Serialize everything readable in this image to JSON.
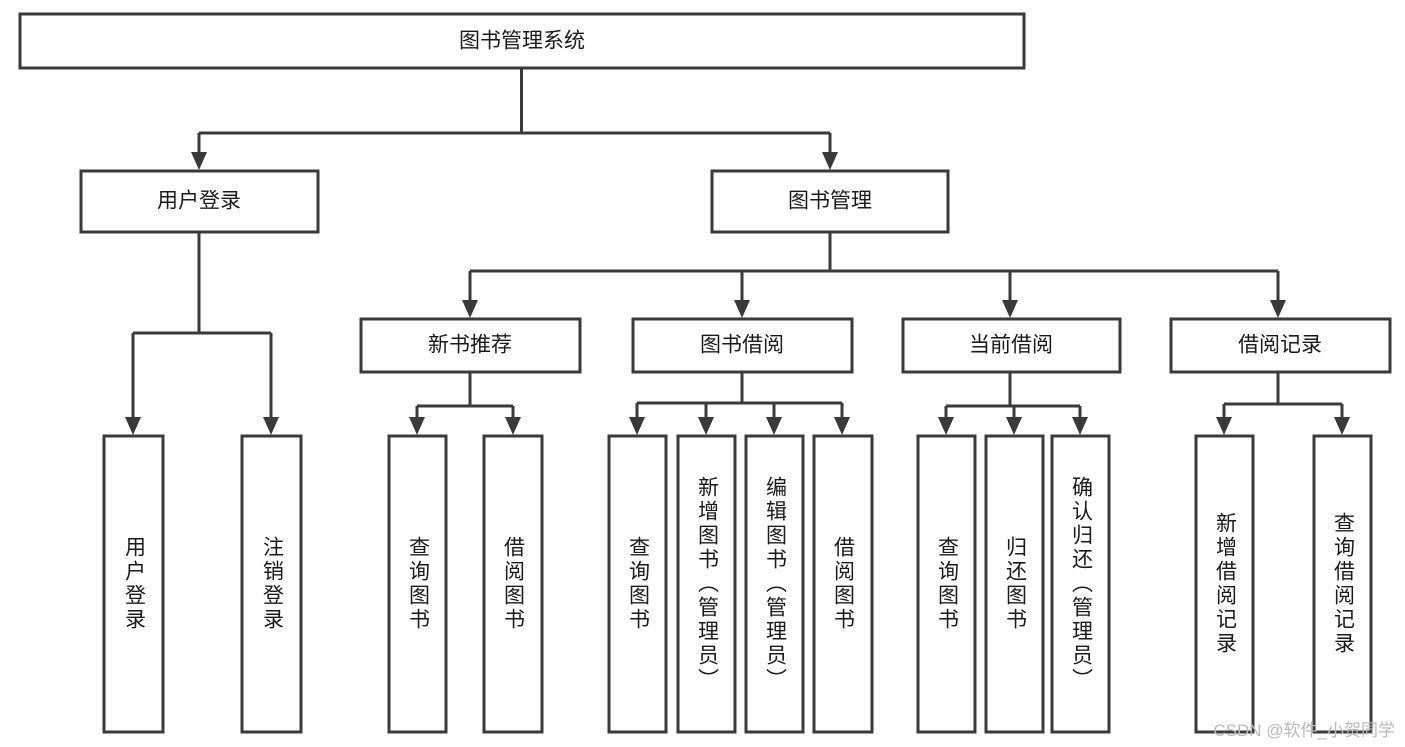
{
  "diagram": {
    "type": "tree-hierarchy-chart",
    "title": "图书管理系统",
    "colors": {
      "box_fill": "#ffffff",
      "box_stroke": "#3a3a3a",
      "connector": "#3a3a3a",
      "text": "#1a1a1a",
      "watermark": "#b9b9b9",
      "background": "#ffffff"
    },
    "levels": {
      "level1": [
        {
          "id": "root",
          "label": "图书管理系统"
        }
      ],
      "level2": [
        {
          "id": "user-login",
          "label": "用户登录",
          "parent": "root"
        },
        {
          "id": "book-manage",
          "label": "图书管理",
          "parent": "root"
        }
      ],
      "level3": [
        {
          "id": "new-book-recommend",
          "label": "新书推荐",
          "parent": "book-manage"
        },
        {
          "id": "book-borrow",
          "label": "图书借阅",
          "parent": "book-manage"
        },
        {
          "id": "current-borrow",
          "label": "当前借阅",
          "parent": "book-manage"
        },
        {
          "id": "borrow-record",
          "label": "借阅记录",
          "parent": "book-manage"
        }
      ],
      "level4": [
        {
          "id": "leaf-user-login",
          "label": "用户登录",
          "parent": "user-login"
        },
        {
          "id": "leaf-logout-login",
          "label": "注销登录",
          "parent": "user-login"
        },
        {
          "id": "leaf-query-book-1",
          "label": "查询图书",
          "parent": "new-book-recommend"
        },
        {
          "id": "leaf-borrow-book-1",
          "label": "借阅图书",
          "parent": "new-book-recommend"
        },
        {
          "id": "leaf-query-book-2",
          "label": "查询图书",
          "parent": "book-borrow"
        },
        {
          "id": "leaf-add-book",
          "label": "新增图书（管理员）",
          "parent": "book-borrow"
        },
        {
          "id": "leaf-edit-book",
          "label": "编辑图书（管理员）",
          "parent": "book-borrow"
        },
        {
          "id": "leaf-borrow-book-2",
          "label": "借阅图书",
          "parent": "book-borrow"
        },
        {
          "id": "leaf-query-book-3",
          "label": "查询图书",
          "parent": "current-borrow"
        },
        {
          "id": "leaf-return-book",
          "label": "归还图书",
          "parent": "current-borrow"
        },
        {
          "id": "leaf-confirm-return",
          "label": "确认归还（管理员）",
          "parent": "current-borrow"
        },
        {
          "id": "leaf-add-record",
          "label": "新增借阅记录",
          "parent": "borrow-record"
        },
        {
          "id": "leaf-query-record",
          "label": "查询借阅记录",
          "parent": "borrow-record"
        }
      ]
    }
  },
  "watermark": {
    "text": "CSDN @软件_小贺同学"
  }
}
